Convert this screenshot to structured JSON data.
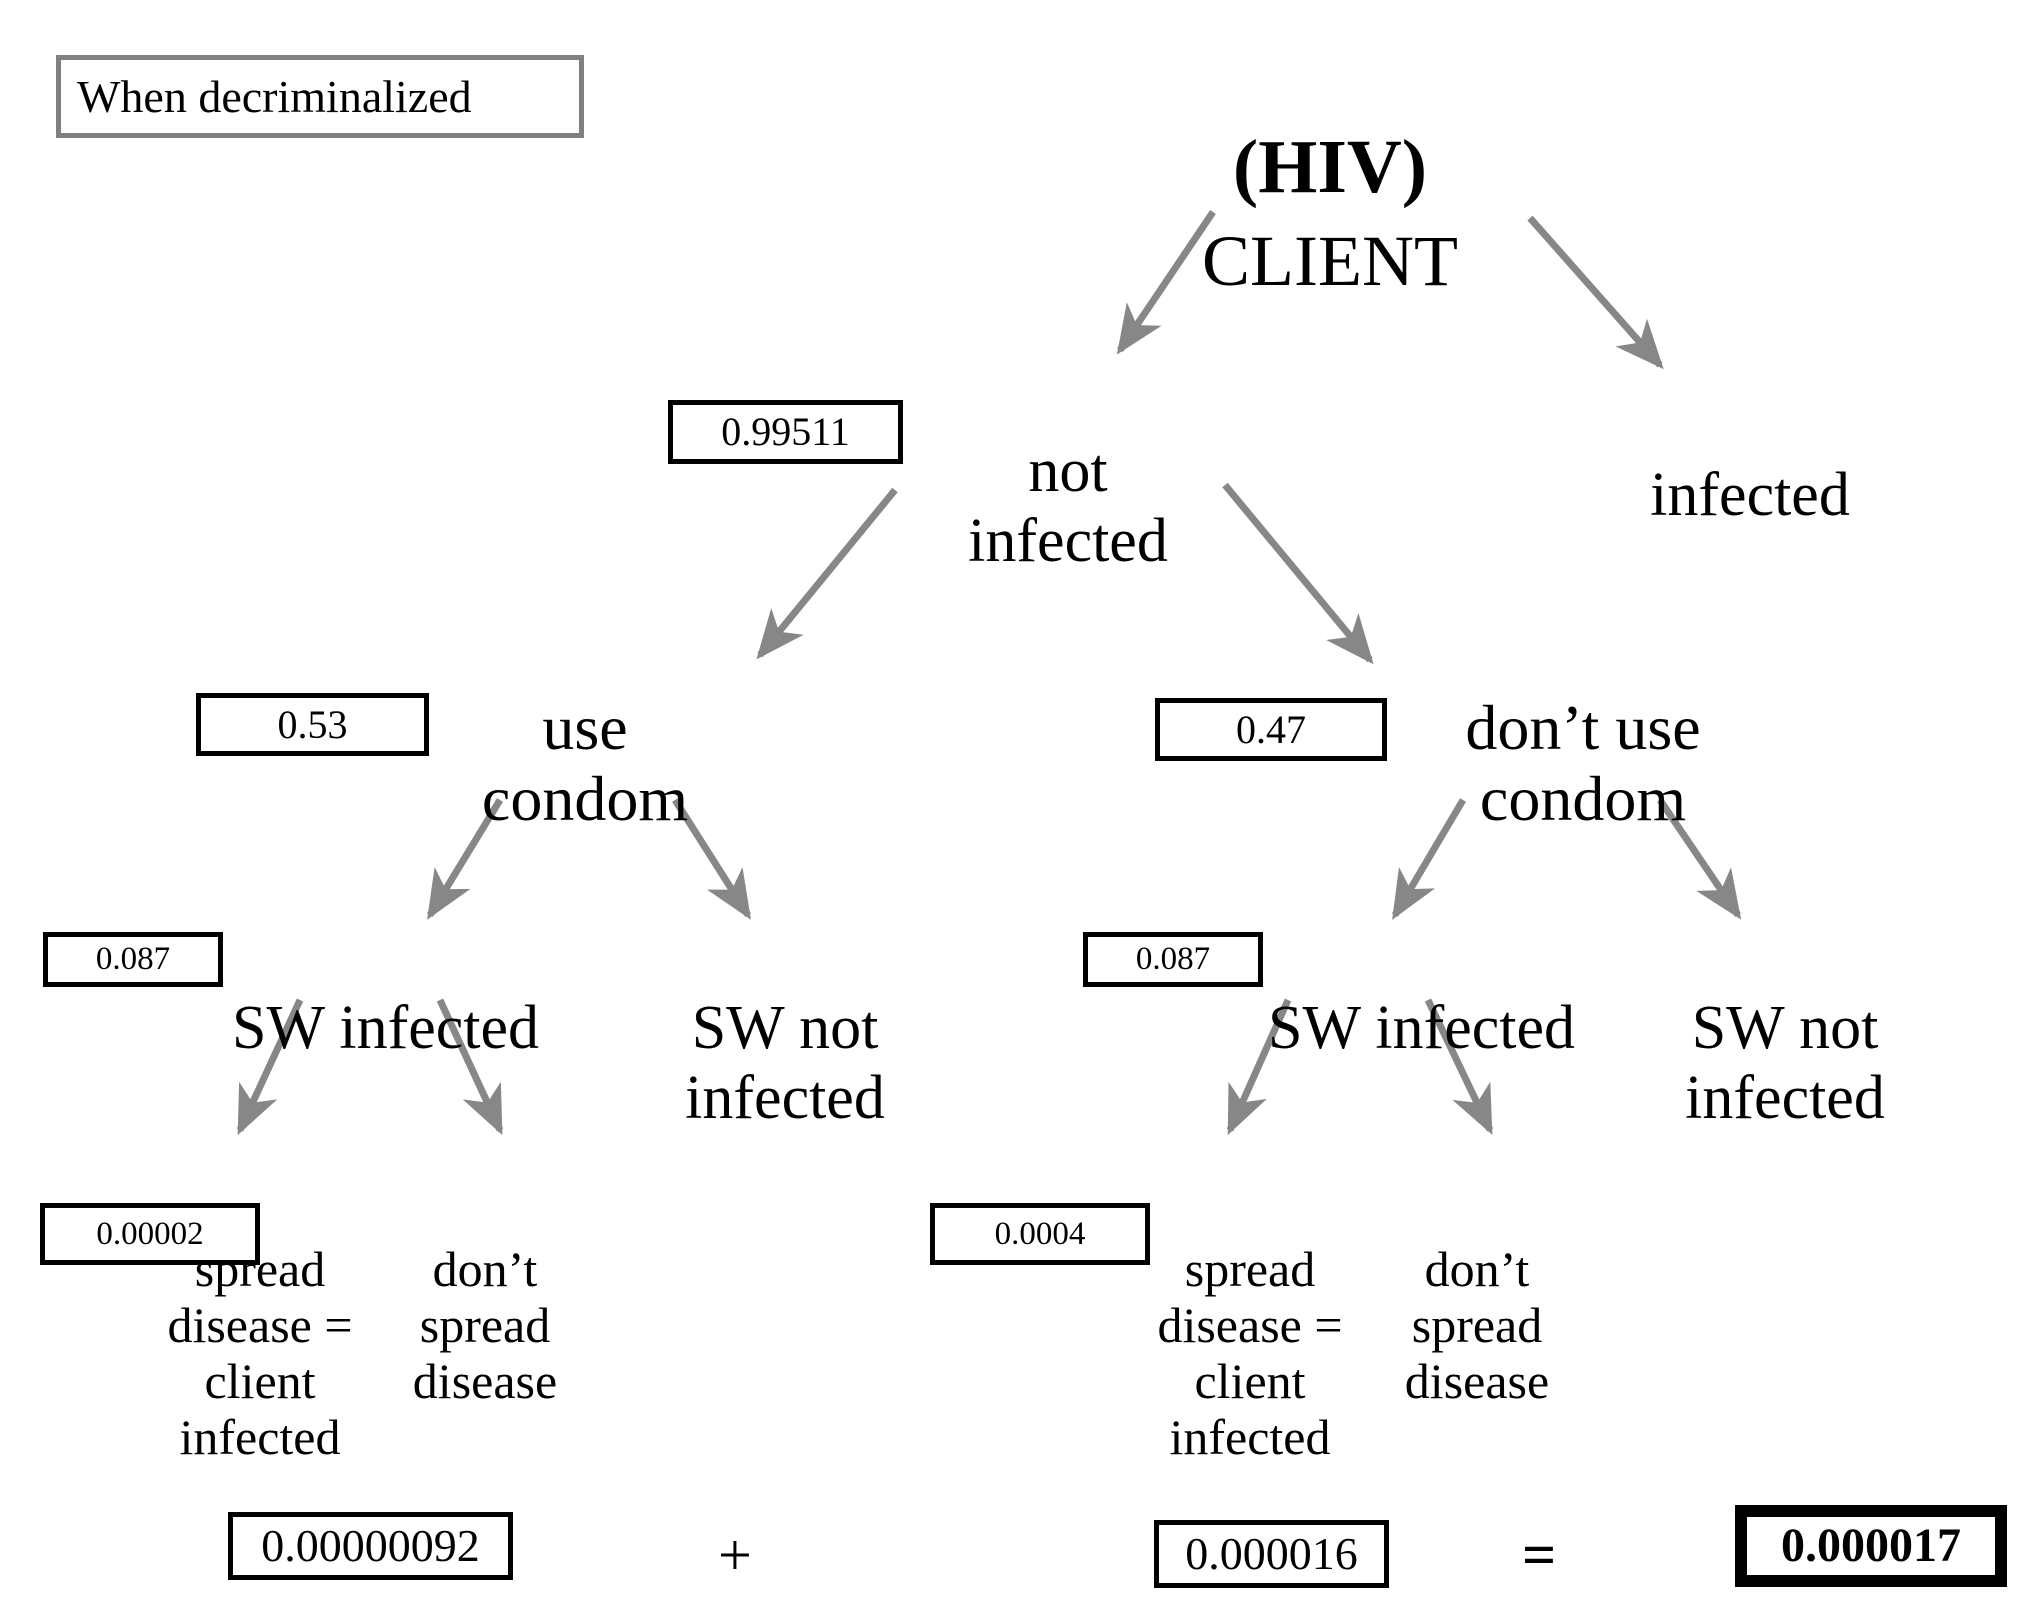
{
  "title_banner": {
    "label": "When decriminalized"
  },
  "diagram": {
    "type": "decision-tree",
    "root": {
      "line1": "(HIV)",
      "line2": "CLIENT"
    },
    "level2": [
      {
        "label": "not\ninfected",
        "probability": "0.99511"
      },
      {
        "label": "infected",
        "probability": ""
      }
    ],
    "level3": [
      {
        "label": "use\ncondom",
        "probability": "0.53"
      },
      {
        "label": "don’t use\ncondom",
        "probability": "0.47"
      }
    ],
    "level4": [
      {
        "label": "SW infected",
        "probability": "0.087"
      },
      {
        "label": "SW not\ninfected",
        "probability": ""
      },
      {
        "label": "SW infected",
        "probability": "0.087"
      },
      {
        "label": "SW not\ninfected",
        "probability": ""
      }
    ],
    "level5": [
      {
        "label": "spread\ndisease =\nclient\ninfected",
        "probability": "0.00002"
      },
      {
        "label": "don’t\nspread\ndisease",
        "probability": ""
      },
      {
        "label": "spread\ndisease =\nclient\ninfected",
        "probability": "0.0004"
      },
      {
        "label": "don’t\nspread\ndisease",
        "probability": ""
      }
    ]
  },
  "summary": {
    "left_term": "0.00000092",
    "plus_operator": "+",
    "right_term": "0.000016",
    "equals_operator": "=",
    "result": "0.000017"
  },
  "colors": {
    "arrow": "#878787",
    "box_border": "#000000",
    "banner_border": "#808080",
    "text": "#000000",
    "background": "#ffffff"
  },
  "chart_data": {
    "type": "tree",
    "title": "When decriminalized — (HIV) CLIENT probability tree",
    "nodes": [
      {
        "id": "root",
        "label": "(HIV) CLIENT",
        "depth": 0,
        "p": null
      },
      {
        "id": "not_infected",
        "label": "not infected",
        "depth": 1,
        "p": 0.99511
      },
      {
        "id": "infected",
        "label": "infected",
        "depth": 1,
        "p": null
      },
      {
        "id": "use_condom",
        "label": "use condom",
        "depth": 2,
        "p": 0.53
      },
      {
        "id": "no_condom",
        "label": "don’t use condom",
        "depth": 2,
        "p": 0.47
      },
      {
        "id": "sw_inf_a",
        "label": "SW infected",
        "depth": 3,
        "p": 0.087
      },
      {
        "id": "sw_not_a",
        "label": "SW not infected",
        "depth": 3,
        "p": null
      },
      {
        "id": "sw_inf_b",
        "label": "SW infected",
        "depth": 3,
        "p": 0.087
      },
      {
        "id": "sw_not_b",
        "label": "SW not infected",
        "depth": 3,
        "p": null
      },
      {
        "id": "spread_a",
        "label": "spread disease = client infected",
        "depth": 4,
        "p": 2e-05
      },
      {
        "id": "nospread_a",
        "label": "don’t spread disease",
        "depth": 4,
        "p": null
      },
      {
        "id": "spread_b",
        "label": "spread disease = client infected",
        "depth": 4,
        "p": 0.0004
      },
      {
        "id": "nospread_b",
        "label": "don’t spread disease",
        "depth": 4,
        "p": null
      }
    ],
    "edges": [
      [
        "root",
        "not_infected"
      ],
      [
        "root",
        "infected"
      ],
      [
        "not_infected",
        "use_condom"
      ],
      [
        "not_infected",
        "no_condom"
      ],
      [
        "use_condom",
        "sw_inf_a"
      ],
      [
        "use_condom",
        "sw_not_a"
      ],
      [
        "no_condom",
        "sw_inf_b"
      ],
      [
        "no_condom",
        "sw_not_b"
      ],
      [
        "sw_inf_a",
        "spread_a"
      ],
      [
        "sw_inf_a",
        "nospread_a"
      ],
      [
        "sw_inf_b",
        "spread_b"
      ],
      [
        "sw_inf_b",
        "nospread_b"
      ]
    ],
    "summary_equation": "0.00000092 + 0.000016 = 0.000017"
  }
}
